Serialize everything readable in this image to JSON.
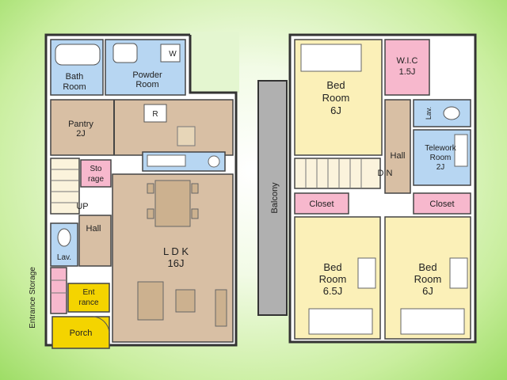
{
  "first_floor": {
    "bath_room": [
      "Bath",
      "Room"
    ],
    "powder_room": [
      "Powder",
      "Room"
    ],
    "washer_mark": "W",
    "fridge_mark": "R",
    "pantry": [
      "Pantry",
      "2J"
    ],
    "storage": [
      "Sto",
      "rage"
    ],
    "stairs": "UP",
    "hall": "Hall",
    "lavatory": "Lav.",
    "ldk": [
      "L D K",
      "16J"
    ],
    "entrance": [
      "Ent",
      "rance"
    ],
    "porch": "Porch",
    "entrance_storage": "Entrance Storage"
  },
  "second_floor": {
    "bedroom_top": [
      "Bed",
      "Room",
      "6J"
    ],
    "wic": [
      "W.I.C",
      "1.5J"
    ],
    "lavatory": "Lav.",
    "hall": "Hall",
    "telework": [
      "Telework",
      "Room",
      "2J"
    ],
    "stairs": "D N",
    "closet_left": "Closet",
    "closet_right": "Closet",
    "bedroom_left": [
      "Bed",
      "Room",
      "6.5J"
    ],
    "bedroom_right": [
      "Bed",
      "Room",
      "6J"
    ],
    "balcony": "Balcony"
  },
  "colors": {
    "wet_area": "#b7d6f2",
    "living": "#d8bfa4",
    "bedroom": "#fbf0b8",
    "closet": "#f7b8cd",
    "entrance": "#f4d400",
    "balcony": "#b0b0b0",
    "wall": "#333333"
  }
}
